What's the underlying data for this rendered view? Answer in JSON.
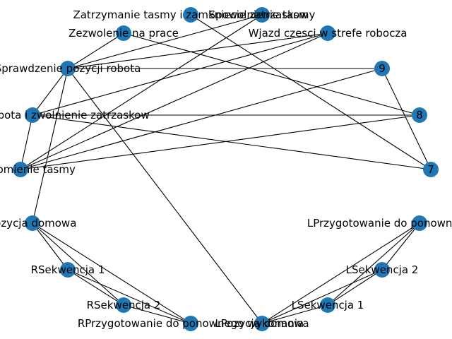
{
  "colors": {
    "node": "#1f77b4",
    "edge": "#000000",
    "background": "#ffffff"
  },
  "nodes": [
    {
      "id": "zatrzymanie",
      "label": "Zatrzymanie tasmy i zamkniecie zatrzaskow"
    },
    {
      "id": "spowolnienie",
      "label": "Spowolnienie tasmy"
    },
    {
      "id": "zezwolenie",
      "label": "Zezwolenie na prace"
    },
    {
      "id": "wjazd",
      "label": "Wjazd czesci w strefe robocza"
    },
    {
      "id": "sprawdzenie",
      "label": "Sprawdzenie pozycji robota"
    },
    {
      "id": "n9",
      "label": "9"
    },
    {
      "id": "koniec",
      "label": "Koniec prace robota i zwolnienie zatrzaskow"
    },
    {
      "id": "n8",
      "label": "8"
    },
    {
      "id": "uruchomienie",
      "label": "Uruchomienie tasmy"
    },
    {
      "id": "n7",
      "label": "7"
    },
    {
      "id": "pozycja",
      "label": "Pozycja domowa"
    },
    {
      "id": "lprzyg",
      "label": "LPrzygotowanie do ponownego wykonania"
    },
    {
      "id": "rsek1",
      "label": "RSekwencja 1"
    },
    {
      "id": "lsek2",
      "label": "LSekwencja 2"
    },
    {
      "id": "rsek2",
      "label": "RSekwencja 2"
    },
    {
      "id": "lsek1",
      "label": "LSekwencja 1"
    },
    {
      "id": "rprzyg",
      "label": "RPrzygotowanie do ponownego wykonania"
    },
    {
      "id": "lpozycja",
      "label": "LPozycja domowa"
    }
  ],
  "edges": [
    [
      "zatrzymanie",
      "n7"
    ],
    [
      "spowolnienie",
      "sprawdzenie"
    ],
    [
      "spowolnienie",
      "uruchomienie"
    ],
    [
      "zezwolenie",
      "sprawdzenie"
    ],
    [
      "zezwolenie",
      "n8"
    ],
    [
      "wjazd",
      "sprawdzenie"
    ],
    [
      "wjazd",
      "koniec"
    ],
    [
      "wjazd",
      "uruchomienie"
    ],
    [
      "sprawdzenie",
      "n9"
    ],
    [
      "sprawdzenie",
      "koniec"
    ],
    [
      "sprawdzenie",
      "pozycja"
    ],
    [
      "sprawdzenie",
      "lpozycja"
    ],
    [
      "n9",
      "n7"
    ],
    [
      "n9",
      "uruchomienie"
    ],
    [
      "koniec",
      "n8"
    ],
    [
      "koniec",
      "n7"
    ],
    [
      "koniec",
      "uruchomienie"
    ],
    [
      "n8",
      "uruchomienie"
    ],
    [
      "pozycja",
      "rsek1"
    ],
    [
      "pozycja",
      "rsek2"
    ],
    [
      "pozycja",
      "rprzyg"
    ],
    [
      "rsek1",
      "rsek2"
    ],
    [
      "rsek1",
      "rprzyg"
    ],
    [
      "rsek2",
      "rprzyg"
    ],
    [
      "lprzyg",
      "lsek2"
    ],
    [
      "lprzyg",
      "lsek1"
    ],
    [
      "lprzyg",
      "lpozycja"
    ],
    [
      "lsek2",
      "lsek1"
    ],
    [
      "lsek2",
      "lpozycja"
    ],
    [
      "lsek1",
      "lpozycja"
    ]
  ]
}
